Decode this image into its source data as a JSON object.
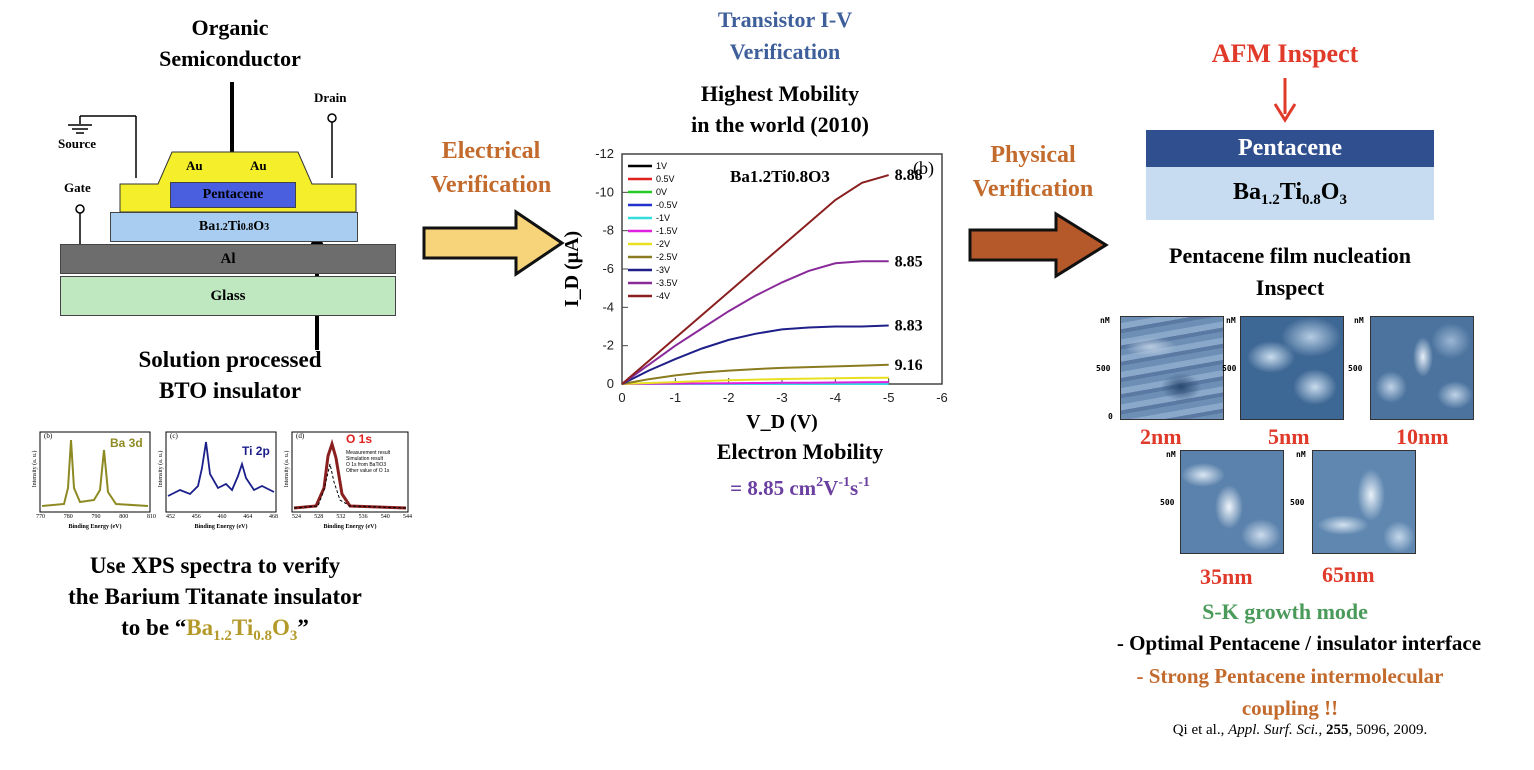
{
  "left": {
    "organic_label": "Organic\nSemiconductor",
    "source": "Source",
    "drain": "Drain",
    "gate": "Gate",
    "au_left": "Au",
    "au_right": "Au",
    "pentacene": "Pentacene",
    "bto_base": "Ba",
    "bto_s1": "1.2",
    "bto_ti": "Ti",
    "bto_s2": "0.8",
    "bto_o": "O",
    "bto_s3": "3",
    "al": "Al",
    "glass": "Glass",
    "solution_label_1": "Solution processed",
    "solution_label_2": "BTO insulator",
    "xps_panels": [
      {
        "tag": "(b)",
        "element": "Ba 3d",
        "ylabel": "Intensity (a. u.)",
        "xlabel": "Binding Energy (eV)",
        "ticks": [
          "770",
          "780",
          "790",
          "800",
          "810"
        ]
      },
      {
        "tag": "(c)",
        "element": "Ti 2p",
        "ylabel": "Intensity (a. u.)",
        "xlabel": "Binding Energy (eV)",
        "ticks": [
          "452",
          "456",
          "460",
          "464",
          "468"
        ]
      },
      {
        "tag": "(d)",
        "element": "O 1s",
        "ylabel": "Intensity (a. u.)",
        "xlabel": "Binding Energy (eV)",
        "ticks": [
          "524",
          "528",
          "532",
          "536",
          "540",
          "544"
        ],
        "legend": [
          "Measurement result",
          "Simulation result",
          "O 1s from BaTiO3",
          "Other value of O 1s"
        ]
      }
    ],
    "xps_caption_1": "Use XPS spectra to verify",
    "xps_caption_2": "the Barium Titanate insulator",
    "xps_caption_3_pre": "to be “",
    "xps_caption_3_post": "”"
  },
  "arrows": {
    "electrical_1": "Electrical",
    "electrical_2": "Verification",
    "physical_1": "Physical",
    "physical_2": "Verification",
    "colors": {
      "electrical_text": "#c36a2d",
      "electrical_fill": "#f7d37a",
      "physical_fill": "#b5582a"
    }
  },
  "middle": {
    "transistor_1": "Transistor I-V",
    "transistor_2": "Verification",
    "highest_1": "Highest Mobility",
    "highest_2": "in the world (2010)",
    "electron_mobility": "Electron Mobility",
    "mobility_value": "= 8.85 cm",
    "mob_sup1": "2",
    "mob_v": "V",
    "mob_sup2": "-1",
    "mob_s": "s",
    "mob_sup3": "-1",
    "colors": {
      "blue_title": "#3e5f9a",
      "purple": "#6b3fa0"
    }
  },
  "chart_data": {
    "type": "line",
    "panel_label": "(b)",
    "compound": "Ba1.2Ti0.8O3",
    "xlabel": "V_D (V)",
    "ylabel": "I_D (μA)",
    "xlim": [
      0,
      -6
    ],
    "ylim": [
      0,
      -12
    ],
    "xticks": [
      "0",
      "-1",
      "-2",
      "-3",
      "-4",
      "-5",
      "-6"
    ],
    "yticks": [
      "0",
      "-2",
      "-4",
      "-6",
      "-8",
      "-10",
      "-12"
    ],
    "x": [
      0,
      -0.5,
      -1,
      -1.5,
      -2,
      -2.5,
      -3,
      -3.5,
      -4,
      -4.5,
      -5
    ],
    "series": [
      {
        "name": "1V",
        "color": "#000000",
        "values": [
          0,
          0,
          0,
          0,
          0,
          0,
          0,
          0,
          0,
          0,
          0
        ]
      },
      {
        "name": "0.5V",
        "color": "#e01f1f",
        "values": [
          0,
          0,
          0,
          0,
          0,
          0,
          0,
          0,
          0,
          0,
          0
        ]
      },
      {
        "name": "0V",
        "color": "#22cc22",
        "values": [
          0,
          0,
          0,
          0,
          0,
          0,
          0,
          0,
          0,
          0,
          0
        ]
      },
      {
        "name": "-0.5V",
        "color": "#2233cc",
        "values": [
          0,
          0,
          0,
          0,
          0,
          0,
          0,
          0,
          0,
          0,
          0
        ]
      },
      {
        "name": "-1V",
        "color": "#33dddd",
        "values": [
          0,
          0,
          0,
          0,
          0,
          0,
          0,
          0,
          0,
          0,
          0
        ]
      },
      {
        "name": "-1.5V",
        "color": "#e020e0",
        "values": [
          0,
          -0.01,
          -0.02,
          -0.03,
          -0.04,
          -0.05,
          -0.06,
          -0.07,
          -0.08,
          -0.09,
          -0.1
        ]
      },
      {
        "name": "-2V",
        "color": "#e8e020",
        "values": [
          0,
          -0.05,
          -0.1,
          -0.15,
          -0.2,
          -0.23,
          -0.26,
          -0.28,
          -0.3,
          -0.32,
          -0.33
        ]
      },
      {
        "name": "-2.5V",
        "color": "#8a7a20",
        "values": [
          0,
          -0.25,
          -0.45,
          -0.6,
          -0.7,
          -0.78,
          -0.84,
          -0.88,
          -0.92,
          -0.96,
          -1.0
        ]
      },
      {
        "name": "-3V",
        "color": "#1f1f8a",
        "values": [
          0,
          -0.7,
          -1.3,
          -1.85,
          -2.3,
          -2.62,
          -2.85,
          -2.95,
          -3.0,
          -3.0,
          -3.05
        ]
      },
      {
        "name": "-3.5V",
        "color": "#8a2a9a",
        "values": [
          0,
          -1.0,
          -2.0,
          -2.9,
          -3.8,
          -4.6,
          -5.3,
          -5.9,
          -6.3,
          -6.4,
          -6.4
        ]
      },
      {
        "name": "-4V",
        "color": "#8a1f1f",
        "values": [
          0,
          -1.2,
          -2.4,
          -3.6,
          -4.8,
          -6.0,
          -7.2,
          -8.4,
          -9.6,
          -10.5,
          -10.9
        ]
      }
    ],
    "annotations": [
      {
        "text": "8.88",
        "x": -5,
        "y": -10.9
      },
      {
        "text": "8.85",
        "x": -5,
        "y": -6.4
      },
      {
        "text": "8.83",
        "x": -5,
        "y": -3.05
      },
      {
        "text": "9.16",
        "x": -5,
        "y": -1.0
      }
    ]
  },
  "right": {
    "afm_title": "AFM Inspect",
    "pentacene_layer": "Pentacene",
    "film_title_1": "Pentacene film nucleation",
    "film_title_2": "Inspect",
    "afm_axis": {
      "unit": "nM",
      "mid": "500",
      "zero": "0"
    },
    "thicknesses": [
      "2nm",
      "5nm",
      "10nm",
      "35nm",
      "65nm"
    ],
    "sk": "S-K growth mode",
    "optimal": "- Optimal Pentacene / insulator interface",
    "strong_1": "- Strong Pentacene intermolecular",
    "strong_2": "coupling !!",
    "ref_authors": "Qi et al., ",
    "ref_journal": "Appl. Surf. Sci.",
    "ref_volume": "255",
    "ref_rest": ", 5096, 2009.",
    "ref_sep": ", ",
    "colors": {
      "red": "#e03a2a",
      "pentacene_dark": "#2f4f8f",
      "bto_light": "#c7dcf0",
      "green": "#4a9a5a",
      "orange": "#c36a2d"
    }
  }
}
